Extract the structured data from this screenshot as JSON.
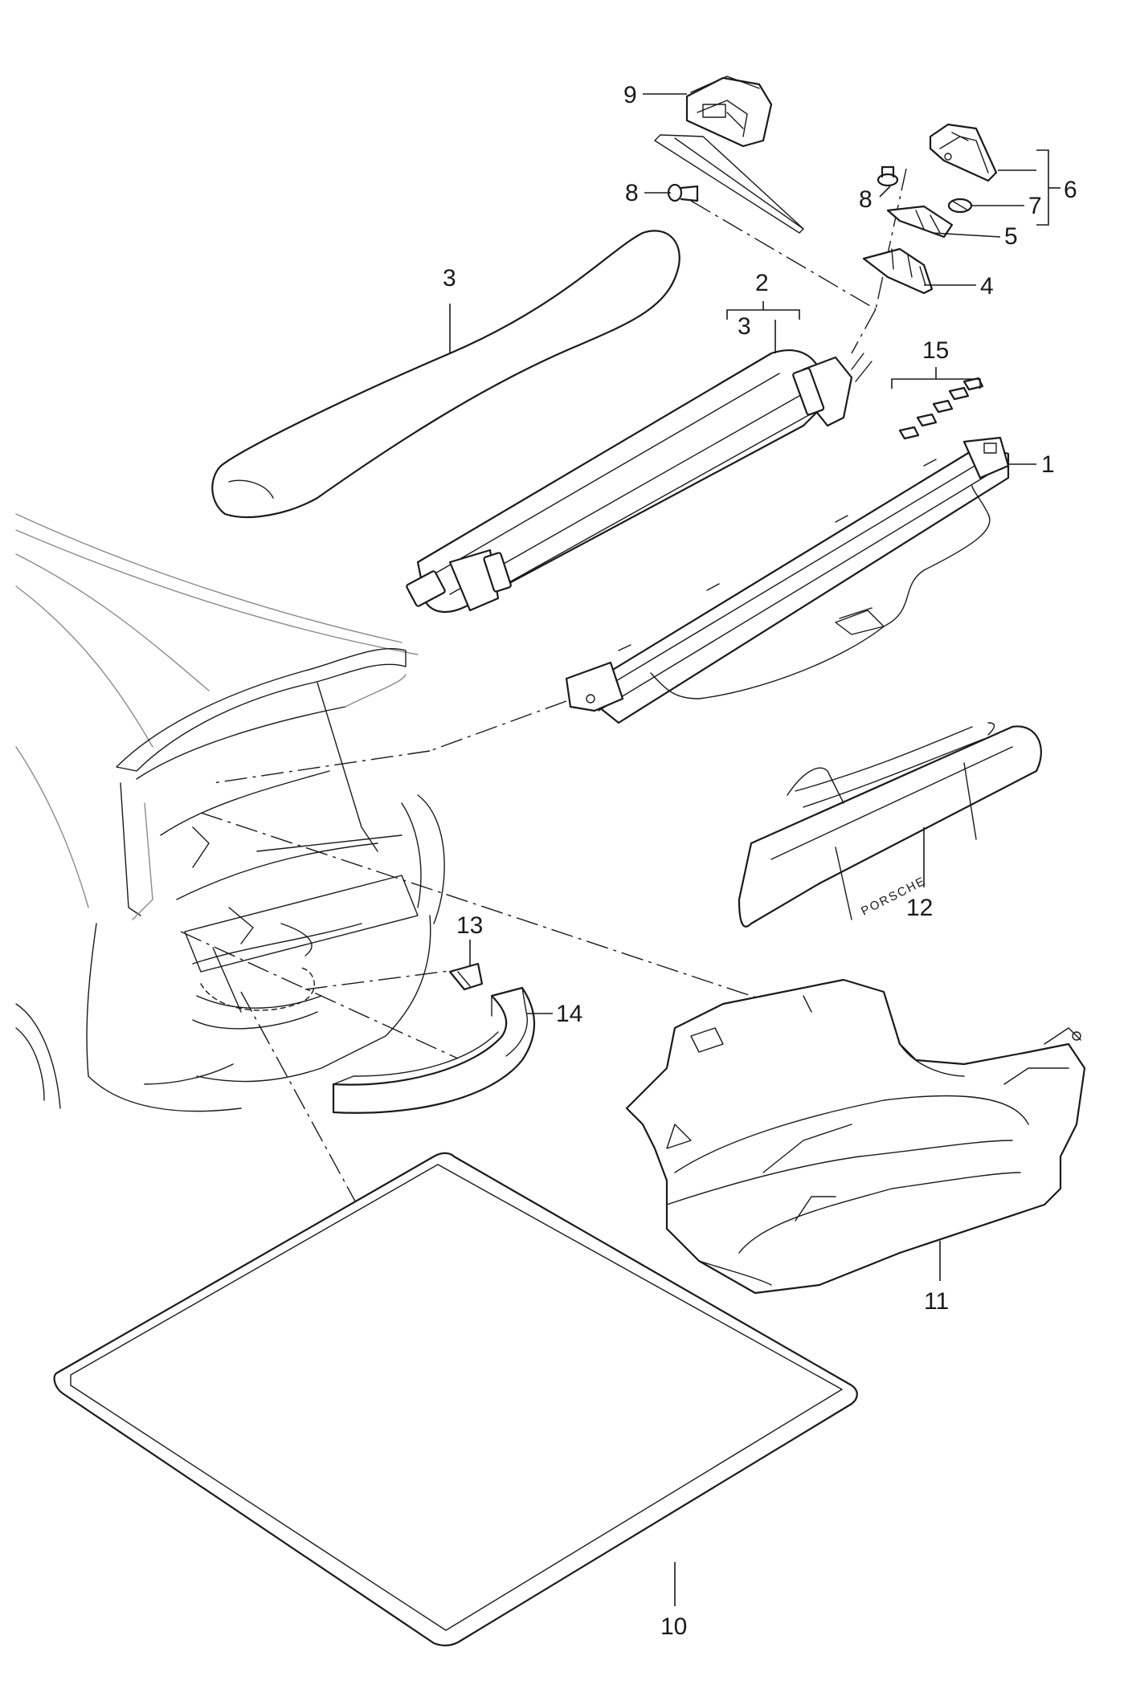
{
  "diagram": {
    "callouts": {
      "c1": "1",
      "c2": "2",
      "c3a": "3",
      "c3b": "3",
      "c4": "4",
      "c5": "5",
      "c6": "6",
      "c7": "7",
      "c8a": "8",
      "c8b": "8",
      "c9": "9",
      "c10": "10",
      "c11": "11",
      "c12": "12",
      "c13": "13",
      "c14": "14",
      "c15": "15"
    },
    "brand_text": "PORSCHE"
  }
}
